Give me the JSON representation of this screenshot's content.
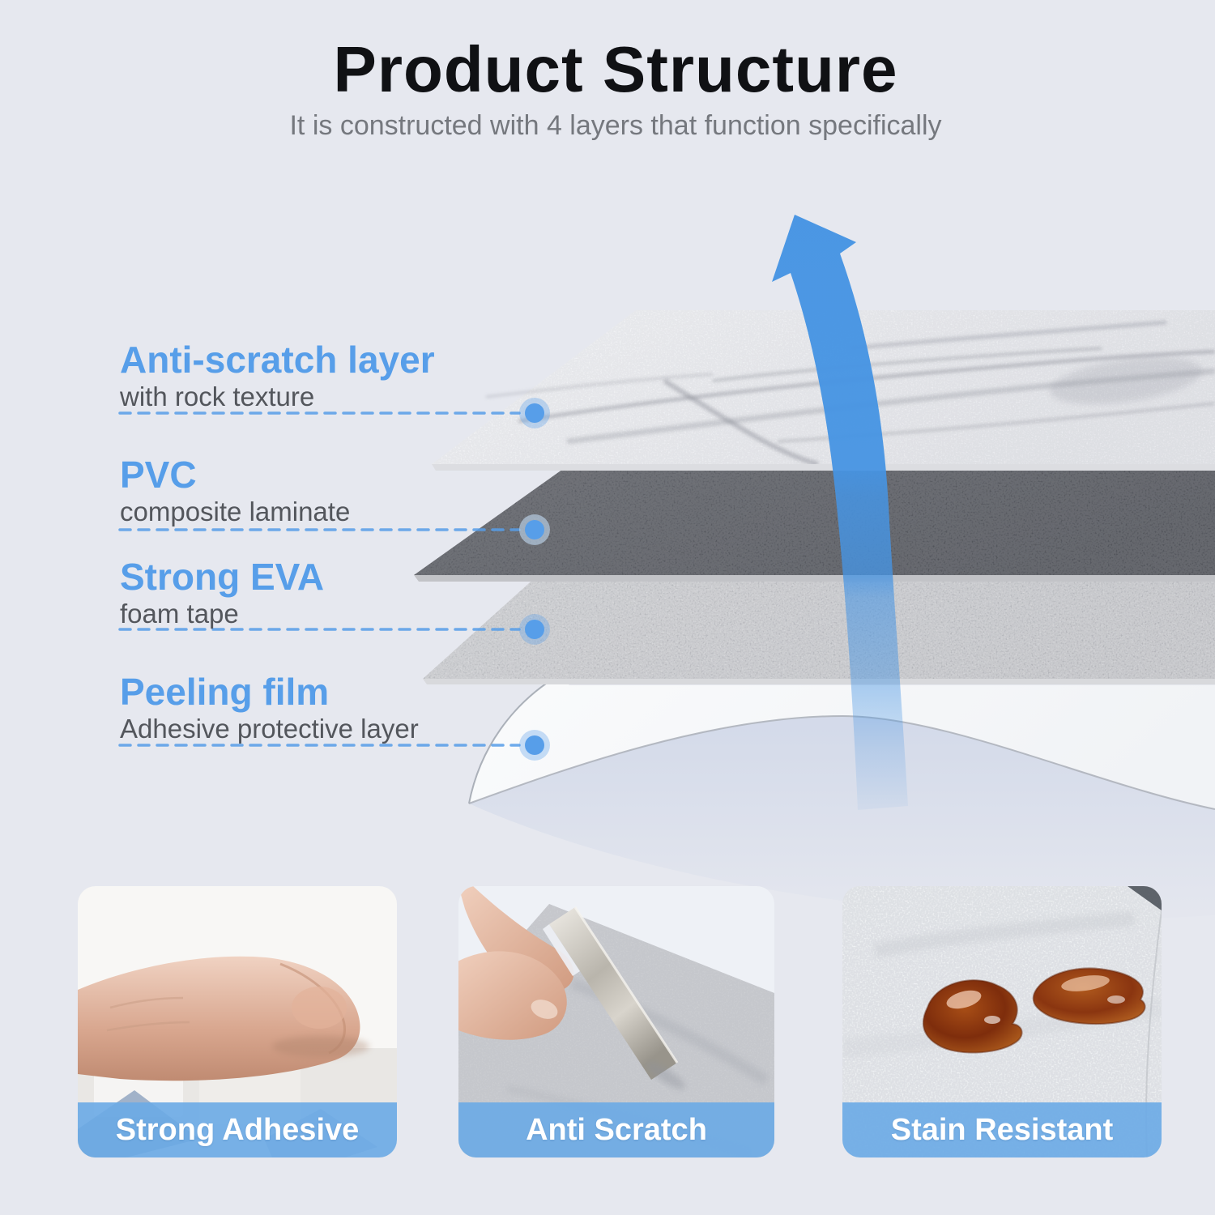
{
  "header": {
    "title": "Product Structure",
    "subtitle": "It is constructed with 4 layers that function specifically"
  },
  "layers": [
    {
      "name": "Anti-scratch layer",
      "desc": "with rock texture"
    },
    {
      "name": "PVC",
      "desc": "composite laminate"
    },
    {
      "name": "Strong EVA",
      "desc": "foam tape"
    },
    {
      "name": "Peeling film",
      "desc": "Adhesive protective layer"
    }
  ],
  "features": [
    {
      "caption": "Strong Adhesive",
      "image": "finger-pressing-adhesive-tile"
    },
    {
      "caption": "Anti Scratch",
      "image": "metal-scraper-on-tile"
    },
    {
      "caption": "Stain Resistant",
      "image": "sauce-spills-on-tile"
    }
  ],
  "colors": {
    "background": "#e6e8ef",
    "accent": "#579ee9",
    "arrow": "#4694e3",
    "caption_bar": "rgba(106,170,229,0.9)",
    "title": "#101114",
    "subtitle": "#75787e",
    "sublabel": "#53565c"
  }
}
